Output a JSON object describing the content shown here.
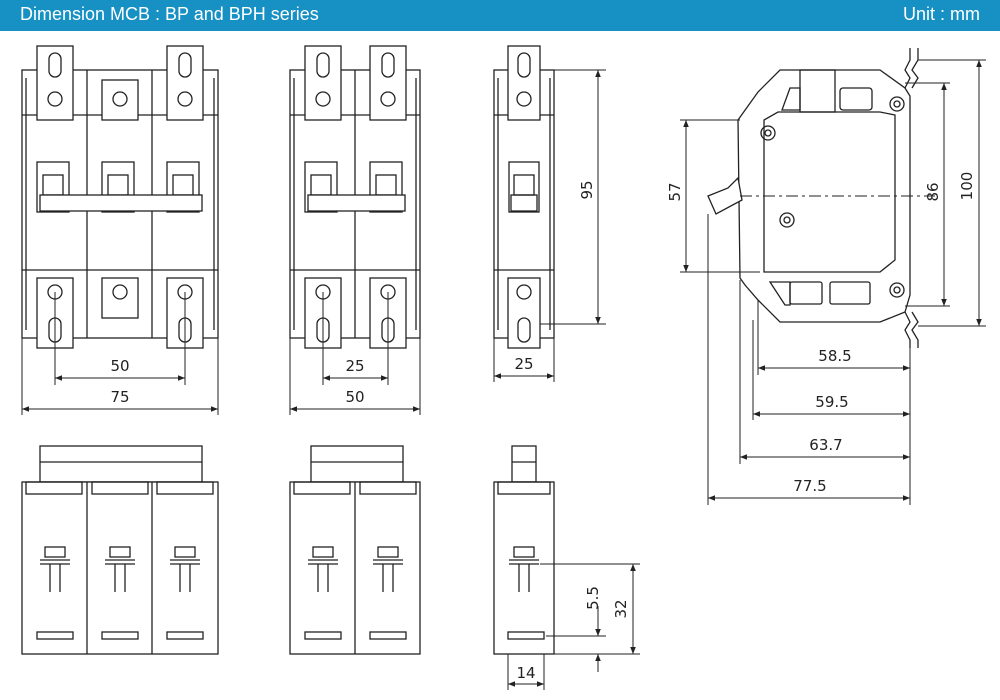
{
  "header": {
    "title": "Dimension MCB : BP and BPH series",
    "unit": "Unit : mm",
    "background": "#1790c4",
    "text_color": "#ffffff"
  },
  "front_3p": {
    "pitch": "50",
    "width": "75"
  },
  "front_2p": {
    "pitch": "25",
    "width": "50"
  },
  "front_1p": {
    "width": "25",
    "height": "95"
  },
  "side": {
    "h57": "57",
    "h86": "86",
    "h100": "100",
    "d58_5": "58.5",
    "d59_5": "59.5",
    "d63_7": "63.7",
    "d77_5": "77.5"
  },
  "bottom_1p": {
    "d5_5": "5.5",
    "d32": "32",
    "w14": "14"
  }
}
